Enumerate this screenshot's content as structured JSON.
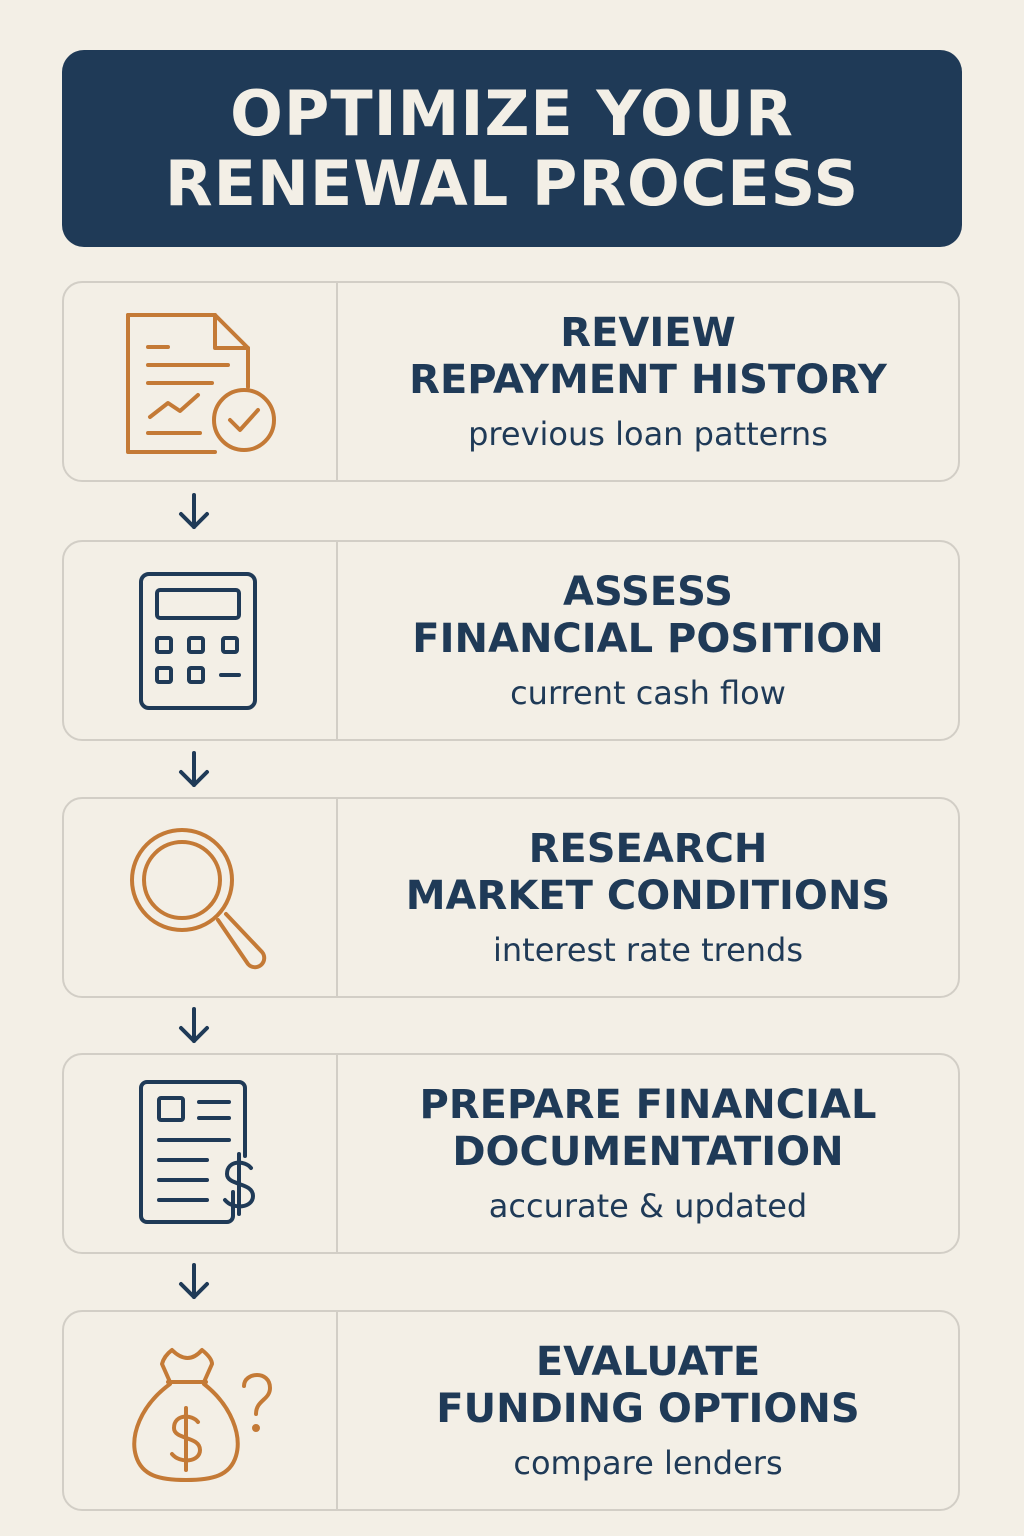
{
  "header": {
    "line1": "OPTIMIZE YOUR",
    "line2": "RENEWAL PROCESS"
  },
  "steps": [
    {
      "title1": "REVIEW",
      "title2": "REPAYMENT HISTORY",
      "sub": "previous loan patterns",
      "icon": "document-chart-check-icon"
    },
    {
      "title1": "ASSESS",
      "title2": "FINANCIAL POSITION",
      "sub": "current cash flow",
      "icon": "calculator-icon"
    },
    {
      "title1": "RESEARCH",
      "title2": "MARKET CONDITIONS",
      "sub": "interest rate trends",
      "icon": "magnifying-glass-icon"
    },
    {
      "title1": "PREPARE FINANCIAL",
      "title2": "DOCUMENTATION",
      "sub": "accurate & updated",
      "icon": "document-dollar-icon"
    },
    {
      "title1": "EVALUATE",
      "title2": "FUNDING OPTIONS",
      "sub": "compare lenders",
      "icon": "money-bag-question-icon"
    }
  ],
  "colors": {
    "background": "#f3efe6",
    "navy": "#1f3a57",
    "orange": "#c47a36",
    "border": "#d2cec6"
  }
}
